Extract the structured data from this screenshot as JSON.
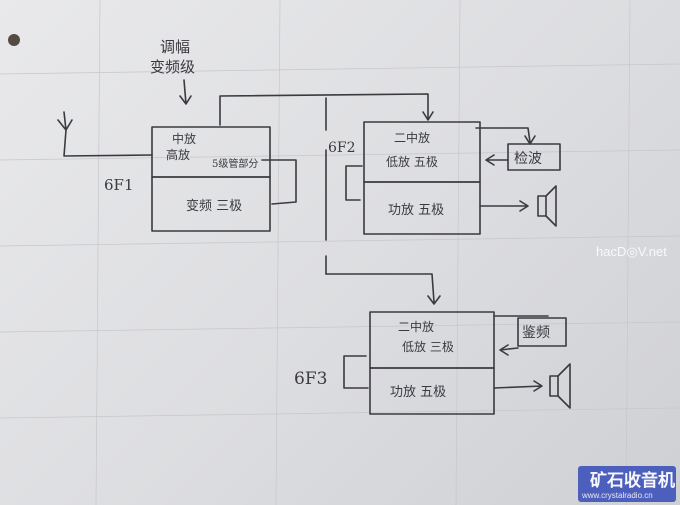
{
  "diagram": {
    "top_note": [
      "调幅",
      "变频级"
    ],
    "tube_6f1": {
      "label": "6F1",
      "upper_section": [
        "中放",
        "高放",
        "5级管部分"
      ],
      "lower_section": "变频 三极"
    },
    "tube_6f2": {
      "label": "6F2",
      "upper_section": [
        "二中放",
        "低放 五极"
      ],
      "lower_section": "功放 五极",
      "side_block": "检波"
    },
    "tube_6f3": {
      "label": "6F3",
      "upper_section": [
        "二中放",
        "低放 三极"
      ],
      "lower_section": "功放 五极",
      "side_block": "鉴频"
    }
  },
  "watermark": {
    "hacd": "hacD◎V.net",
    "site_name": "矿石收音机",
    "site_url": "www.crystalradio.cn"
  },
  "colors": {
    "paper": "#dddee1",
    "ink": "#3a3a40",
    "grid": "#c3c4c9",
    "watermark_bg": "#3a4fb8"
  }
}
